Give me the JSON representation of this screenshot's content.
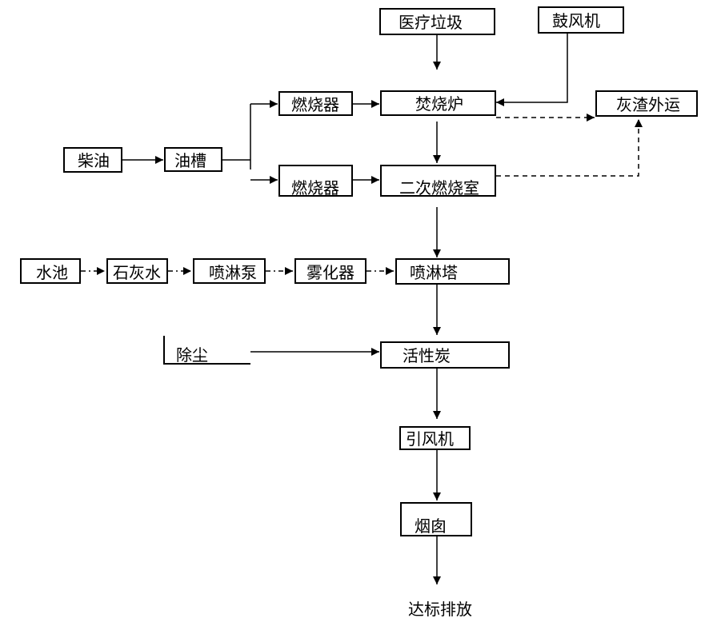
{
  "nodes": {
    "medical_waste": "医疗垃圾",
    "blower": "鼓风机",
    "burner_top": "燃烧器",
    "incinerator": "焚烧炉",
    "ash_out": "灰渣外运",
    "diesel": "柴油",
    "oil_tank": "油槽",
    "burner_bottom": "燃烧器",
    "secondary_chamber": "二次燃烧室",
    "water_pool": "水池",
    "lime_water": "石灰水",
    "spray_pump": "喷淋泵",
    "atomizer": "雾化器",
    "spray_tower": "喷淋塔",
    "dust_removal": "除尘",
    "activated_carbon": "活性炭",
    "induced_fan": "引风机",
    "chimney": "烟囱",
    "discharge": "达标排放"
  }
}
